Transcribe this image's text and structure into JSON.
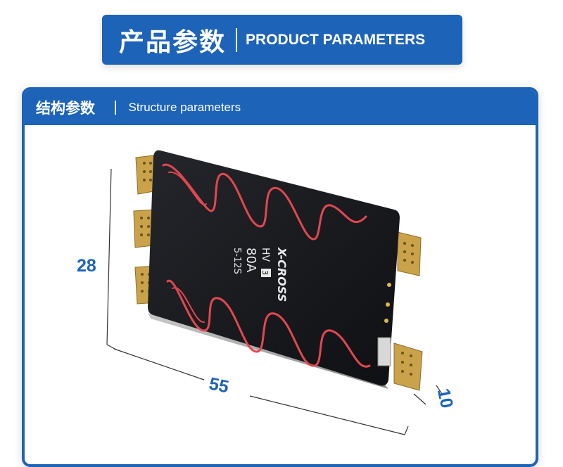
{
  "banner": {
    "title_cn": "产品参数",
    "title_en": "PRODUCT PARAMETERS"
  },
  "section": {
    "title": "结构参数",
    "subtitle": "Structure parameters"
  },
  "dimensions": {
    "height": "28",
    "length": "55",
    "thickness": "10"
  },
  "board": {
    "brand": "X-CROSS",
    "rating_hv": "HV",
    "rating_version": "3",
    "current": "80A",
    "cell_range": "5-12S"
  },
  "colors": {
    "brand_blue": "#1d63b7",
    "board_black": "#17181c",
    "trace_red": "#e2474f",
    "pad_gold": "#c9a24a"
  }
}
